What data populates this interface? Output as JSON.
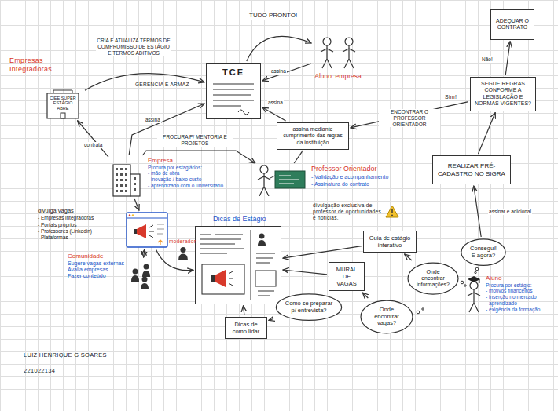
{
  "diagram": {
    "nodes": [
      {
        "text": [
          "CIEE SUPER ESTÁGIO ABRE"
        ]
      },
      {
        "text": [
          "TCE"
        ]
      },
      {
        "text": [
          "Aluno",
          "empresa"
        ]
      },
      {
        "text": [
          "ADEQUAR O CONTRATO"
        ]
      },
      {
        "text": [
          "SEGUE REGRAS CONFORME A LEGISLAÇÃO E NORMAS VIGENTES?"
        ]
      },
      {
        "text": [
          "assina mediante cumprimento das regras da instituição"
        ]
      },
      {
        "text": [
          "Empresa",
          "Procura por estagiários:",
          "- mão de obra",
          "- inovação / baixo custo",
          "- aprendizado com o universitário"
        ]
      },
      {
        "text": [
          "REALIZAR PRÉ-CADASTRO NO SIGRA"
        ]
      },
      {
        "text": [
          "Professor Orientador",
          "- Validação e acompanhamento",
          "- Assinatura do contrato"
        ]
      },
      {
        "text": [
          "divulga vagas",
          "- Empresas integradoras",
          "- Portais próprios",
          "- Professores (Linkedin)",
          "- Plataformas"
        ]
      },
      {
        "text": [
          "Dicas de Estágio"
        ]
      },
      {
        "text": [
          "Guia de estágio interativo"
        ]
      },
      {
        "text": [
          "Comunidade",
          "Sugere vagas externas",
          "Avalia empresas",
          "Fazer conteúdo"
        ]
      },
      {
        "text": [
          "Consegui! E agora?"
        ]
      },
      {
        "text": [
          "MURAL DE VAGAS"
        ]
      },
      {
        "text": [
          "Onde encontrar informações?"
        ]
      },
      {
        "text": [
          "Como se preparar p/ entrevista?"
        ]
      },
      {
        "text": [
          "Onde encontrar vagas?"
        ]
      },
      {
        "text": [
          "Aluno",
          "Procura por estágio:",
          "- motivos financeiros",
          "- inserção no mercado",
          "- aprendizado",
          "- exigência da formação"
        ]
      },
      {
        "text": [
          "Dicas de como lidar"
        ]
      }
    ],
    "edges": [
      {
        "from": 0,
        "to": 1,
        "arrow": "to",
        "label": "CRIA E ATUALIZA TERMOS DE COMPROMISSO DE ESTÁGIO E TERMOS ADITIVOS"
      },
      {
        "from": 1,
        "to": 2,
        "arrow": "to",
        "label": "TUDO PRONTO!"
      },
      {
        "from": 2,
        "to": 1,
        "arrow": "to",
        "label": "assina"
      },
      {
        "from": 5,
        "to": 1,
        "arrow": "to",
        "label": "assina"
      },
      {
        "from": 6,
        "to": 1,
        "arrow": "to",
        "label": "assina"
      },
      {
        "from": 6,
        "to": 0,
        "arrow": "to",
        "label": "contrata"
      },
      {
        "from": 6,
        "to": 8,
        "arrow": "to",
        "label": "PROCURA P/ MENTORIA E PROJETOS"
      },
      {
        "from": 8,
        "to": 5,
        "arrow": "none"
      },
      {
        "from": 4,
        "to": 5,
        "arrow": "to",
        "label": "ENCONTRAR O PROFESSOR ORIENTADOR"
      },
      {
        "from": 4,
        "to": 3,
        "arrow": "to",
        "label": "Não!"
      },
      {
        "from": 7,
        "to": 4,
        "arrow": "to"
      },
      {
        "from": 13,
        "to": 7,
        "arrow": "to",
        "label": "assinar e adicional"
      },
      {
        "from": 6,
        "to": 9,
        "arrow": "to"
      },
      {
        "from": 12,
        "to": 9,
        "arrow": "both"
      },
      {
        "from": 9,
        "to": 10,
        "arrow": "to"
      },
      {
        "from": 11,
        "to": 10,
        "arrow": "to"
      },
      {
        "from": 14,
        "to": 10,
        "arrow": "to"
      },
      {
        "from": 19,
        "to": 10,
        "arrow": "to"
      },
      {
        "from": 15,
        "to": 11,
        "arrow": "to"
      },
      {
        "from": 17,
        "to": 14,
        "arrow": "to"
      },
      {
        "from": 16,
        "to": 19,
        "arrow": "to"
      }
    ],
    "labels": [
      "Empresas Integradoras",
      "GERENCIA E ARMAZ",
      "Sim!",
      "divulgação exclusiva de professor de oportunidades e notícias.",
      "moderador",
      "LUIZ HENRIQUE G SOARES",
      "221022134"
    ]
  }
}
